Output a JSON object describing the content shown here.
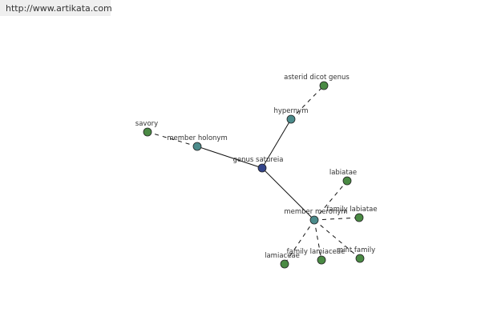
{
  "header": {
    "url": "http://www.artikata.com"
  },
  "colors": {
    "center": "#33448a",
    "relation": "#4b8b8b",
    "leaf": "#4a8a44",
    "node_stroke": "#222222",
    "edge": "#111111"
  },
  "graph": {
    "center": {
      "id": "genus-satureia",
      "label": "genus satureia"
    },
    "relations": [
      {
        "id": "hypernym",
        "label": "hypernym",
        "targets": [
          {
            "id": "asterid-dicot-genus",
            "label": "asterid dicot genus"
          }
        ]
      },
      {
        "id": "member-holonym",
        "label": "member holonym",
        "targets": [
          {
            "id": "savory",
            "label": "savory"
          }
        ]
      },
      {
        "id": "member-meronym",
        "label": "member meronym",
        "targets": [
          {
            "id": "labiatae",
            "label": "labiatae"
          },
          {
            "id": "family-labiatae",
            "label": "family labiatae"
          },
          {
            "id": "mint-family",
            "label": "mint family"
          },
          {
            "id": "family-lamiaceae",
            "label": "family lamiaceae"
          },
          {
            "id": "lamiaceae",
            "label": "lamiaceae"
          }
        ]
      }
    ]
  }
}
